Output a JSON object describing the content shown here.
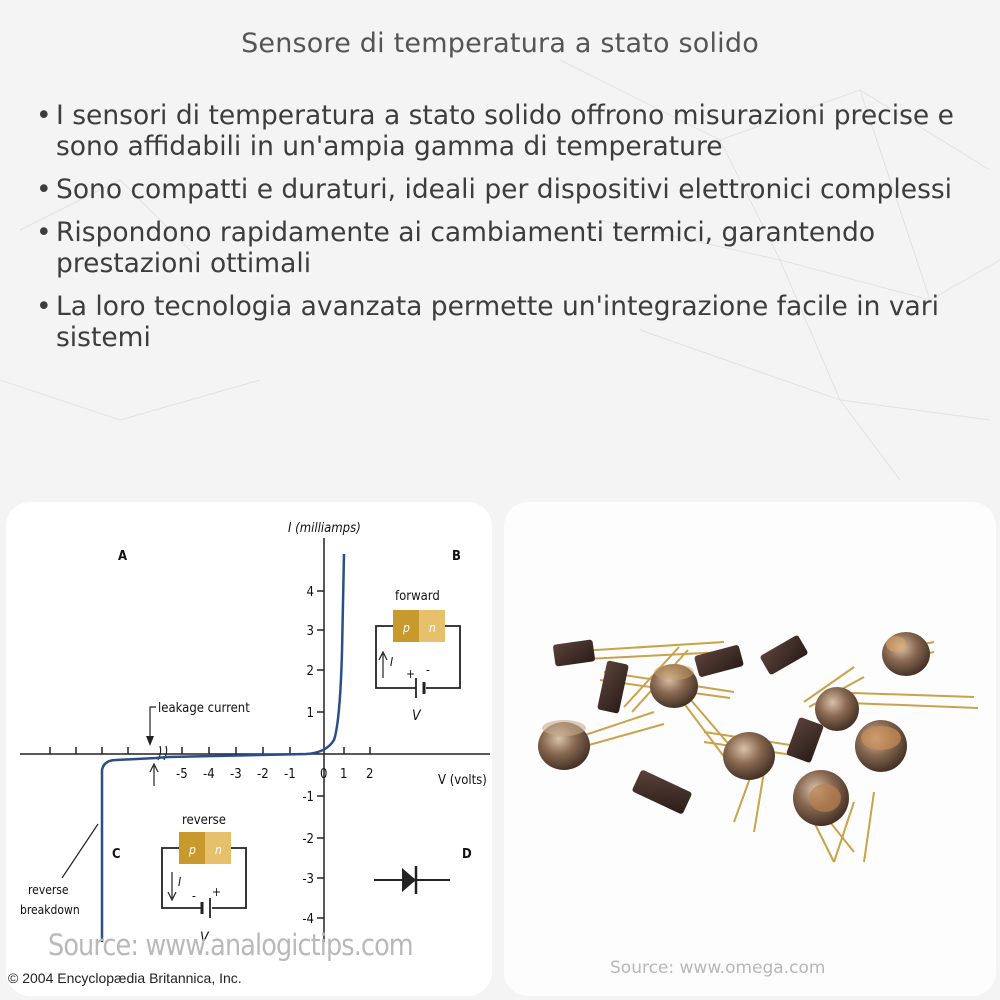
{
  "title": "Sensore di temperatura a stato solido",
  "bullets": [
    "I sensori di temperatura a stato solido offrono misurazioni precise e sono affidabili in un'ampia gamma di temperature",
    "Sono compatti e duraturi, ideali per dispositivi elettronici complessi",
    "Rispondono rapidamente ai cambiamenti termici, garantendo prestazioni ottimali",
    "La loro tecnologia avanzata permette un'integrazione facile in vari sistemi"
  ],
  "bullet_symbol": "•",
  "diagram": {
    "y_axis_label": "I (milliamps)",
    "x_axis_label": "V (volts)",
    "quadrant_a": "A",
    "quadrant_b": "B",
    "quadrant_c": "C",
    "quadrant_d": "D",
    "leakage_label": "leakage current",
    "forward_label": "forward",
    "reverse_label": "reverse",
    "p_label": "p",
    "n_label": "n",
    "current_symbol": "I",
    "voltage_symbol": "V",
    "plus": "+",
    "minus": "-",
    "reverse_breakdown_line1": "reverse",
    "reverse_breakdown_line2": "breakdown",
    "x_ticks": [
      "-5",
      "-4",
      "-3",
      "-2",
      "-1",
      "0",
      "1",
      "2"
    ],
    "y_ticks_pos": [
      "4",
      "3",
      "2",
      "1"
    ],
    "y_ticks_neg": [
      "-1",
      "-2",
      "-3",
      "-4"
    ]
  },
  "source_left": "Source: www.analogictips.com",
  "copyright": "© 2004 Encyclopædia Britannica, Inc.",
  "source_right": "Source: www.omega.com",
  "colors": {
    "curve": "#2b4d8c",
    "p_region": "#c89a2e",
    "n_region": "#e6c06a",
    "component_body": "#3b2a24",
    "can_metal": "#8a6a52",
    "leads": "#c9a24a"
  }
}
